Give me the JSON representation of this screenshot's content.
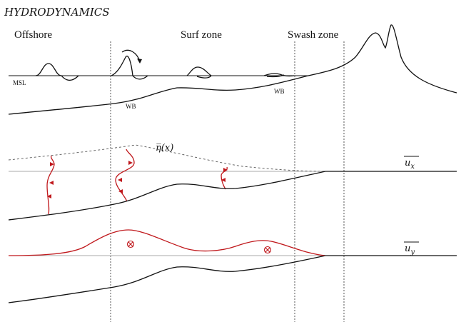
{
  "title": "HYDRODYNAMICS",
  "zones": {
    "offshore": "Offshore",
    "surf_zone": "Surf zone",
    "swash_zone": "Swash zone"
  },
  "labels": {
    "msl": "MSL",
    "wb_offshore": "WB",
    "wb_surf": "WB",
    "eta": "η̅(x)",
    "ux_base": "u",
    "ux_sub": "x",
    "uy_base": "u",
    "uy_sub": "y"
  },
  "colors": {
    "ink": "#111111",
    "current": "#c0181c"
  }
}
